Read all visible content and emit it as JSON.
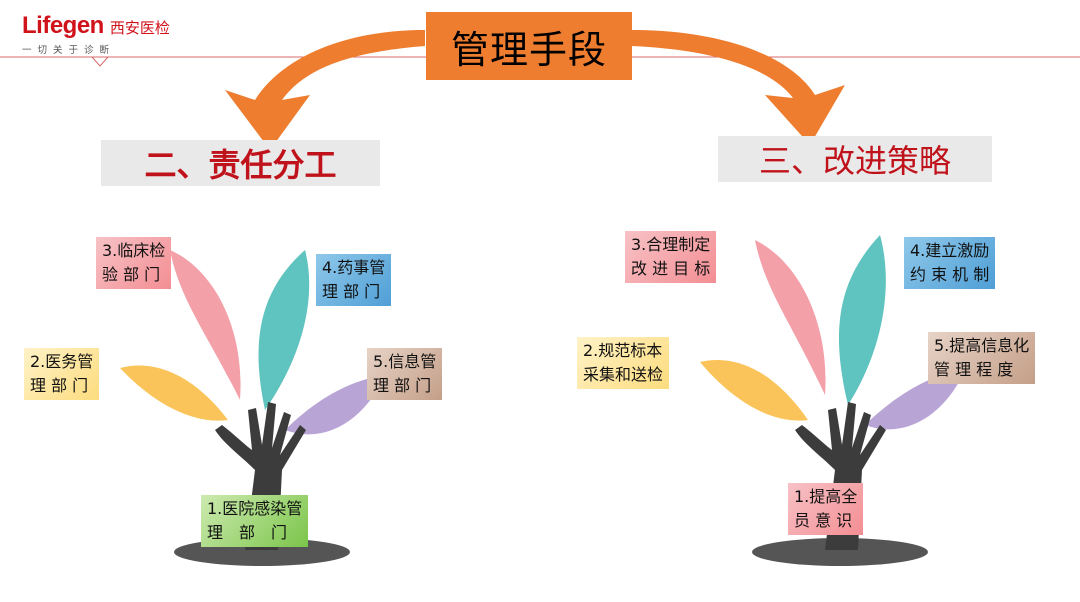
{
  "brand": {
    "logo": "Lifegen",
    "name_cn": "西安医检",
    "slogan": "一切关于诊断"
  },
  "main_title": "管理手段",
  "left": {
    "title": "二、责任分工",
    "items": [
      {
        "text": "1.医院感染管\n理　部　门",
        "color": "#7bc54a"
      },
      {
        "text": "2.医务管\n理 部 门",
        "color": "#fcdc7e"
      },
      {
        "text": "3.临床检\n验 部 门",
        "color": "#f38e93"
      },
      {
        "text": "4.药事管\n理 部 门",
        "color": "#4f9fd6"
      },
      {
        "text": "5.信息管\n理 部 门",
        "color": "#c49f88"
      }
    ]
  },
  "right": {
    "title": "三、改进策略",
    "items": [
      {
        "text": "1.提高全\n员 意 识",
        "color": "#f38e93"
      },
      {
        "text": "2.规范标本\n采集和送检",
        "color": "#fcdc7e"
      },
      {
        "text": "3.合理制定\n改 进 目 标",
        "color": "#f38e93"
      },
      {
        "text": "4.建立激励\n约 束 机 制",
        "color": "#4f9fd6"
      },
      {
        "text": "5.提高信息化\n管 理 程 度",
        "color": "#c49f88"
      }
    ]
  },
  "colors": {
    "accent_orange": "#ee7d2f",
    "title_red": "#c0121b",
    "leaf_pink": "#f4a0a8",
    "leaf_teal": "#5fc3bf",
    "leaf_yellow": "#fbc45a",
    "leaf_purple": "#b9a4d6",
    "hand": "#3c3c3c",
    "ground": "#555555"
  }
}
